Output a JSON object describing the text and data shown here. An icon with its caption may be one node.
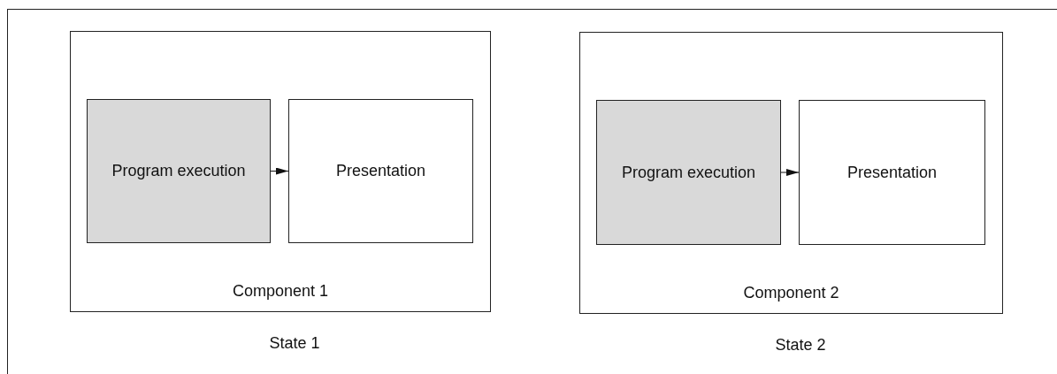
{
  "diagram": {
    "nodes": [
      {
        "text": [
          "Component 1"
        ],
        "beside": [
          "State 1"
        ]
      },
      {
        "text": [
          "Program execution"
        ],
        "in": 0
      },
      {
        "text": [
          "Presentation"
        ],
        "in": 0
      },
      {
        "text": [
          "Component 2"
        ],
        "beside": [
          "State 2"
        ]
      },
      {
        "text": [
          "Program execution"
        ],
        "in": 3
      },
      {
        "text": [
          "Presentation"
        ],
        "in": 3
      }
    ],
    "edges": [
      {
        "from": 1,
        "to": 2,
        "arrow": "to"
      },
      {
        "from": 4,
        "to": 5,
        "arrow": "to"
      }
    ]
  }
}
